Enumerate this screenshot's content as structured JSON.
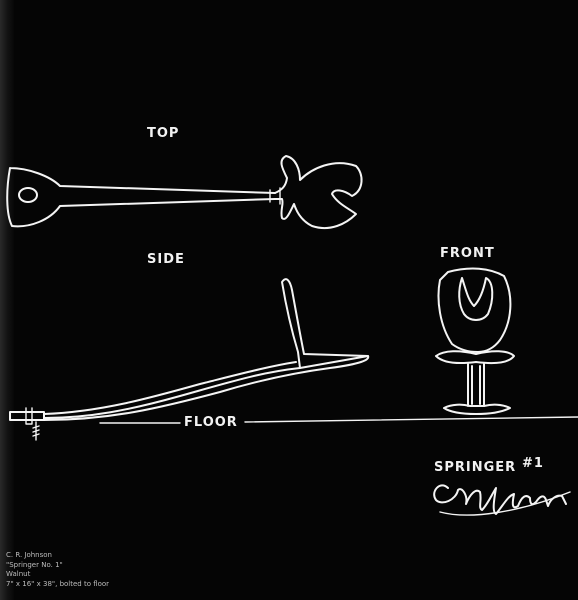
{
  "labels": {
    "top": "TOP",
    "side": "SIDE",
    "front": "FRONT",
    "floor": "FLOOR",
    "title": "SPRINGER",
    "title_number": "#1"
  },
  "signature": "ERJohnson",
  "caption": {
    "artist": "C. R. Johnson",
    "work": "\"Springer No. 1\"",
    "material": "Walnut",
    "dimensions": "7\" x 16\" x 38\", bolted to floor"
  },
  "colors": {
    "background": "#050505",
    "ink": "#f4f4f4"
  }
}
